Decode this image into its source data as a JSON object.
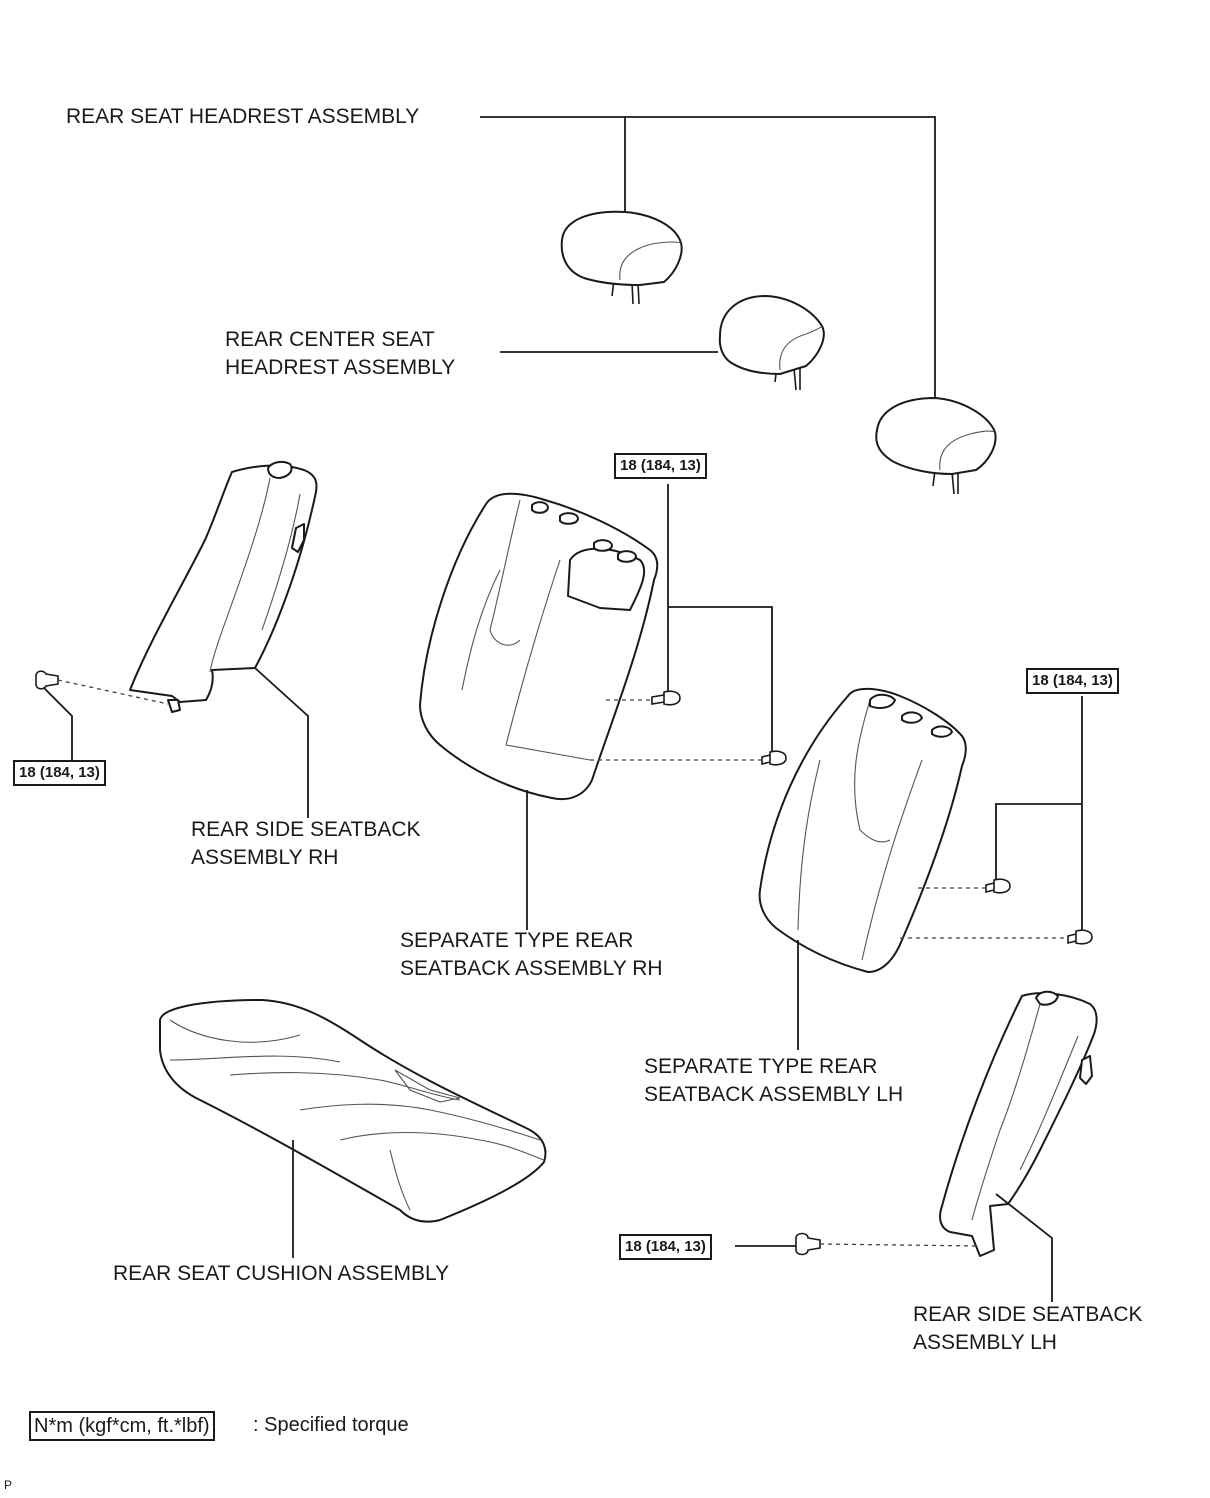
{
  "labels": {
    "rear_seat_headrest": "REAR SEAT HEADREST ASSEMBLY",
    "rear_center_headrest": [
      "REAR CENTER SEAT",
      "HEADREST ASSEMBLY"
    ],
    "rear_side_seatback_rh": [
      "REAR SIDE SEATBACK",
      "ASSEMBLY RH"
    ],
    "separate_seatback_rh": [
      "SEPARATE TYPE REAR",
      "SEATBACK ASSEMBLY RH"
    ],
    "separate_seatback_lh": [
      "SEPARATE TYPE REAR",
      "SEATBACK ASSEMBLY LH"
    ],
    "rear_seat_cushion": "REAR SEAT CUSHION ASSEMBLY",
    "rear_side_seatback_lh": [
      "REAR SIDE SEATBACK",
      "ASSEMBLY LH"
    ]
  },
  "torque_values": {
    "rh_side_bolt": "18 (184, 13)",
    "rh_seatback_bolts": "18 (184, 13)",
    "lh_seatback_bolts": "18 (184, 13)",
    "lh_side_bolt": "18 (184, 13)"
  },
  "legend": {
    "unit_box": "N*m (kgf*cm, ft.*lbf)",
    "description": ": Specified torque"
  },
  "corner_mark": "P"
}
